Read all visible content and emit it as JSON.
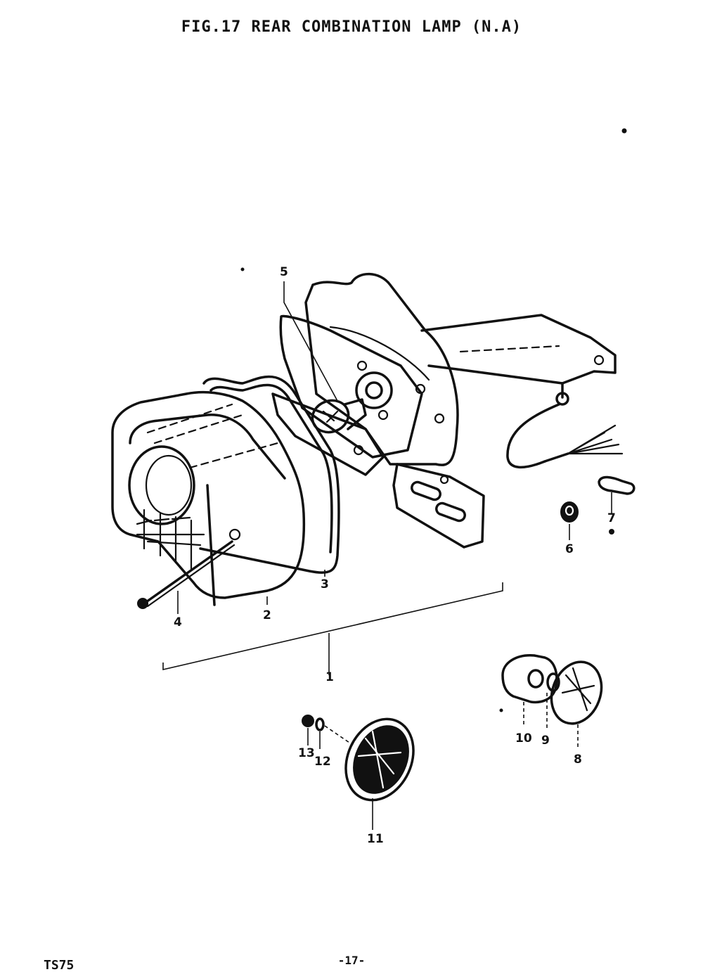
{
  "title": "FIG.17  REAR COMBINATION LAMP (N.A)",
  "footer": {
    "model": "TS75",
    "page": "-17-"
  },
  "callouts": [
    "1",
    "2",
    "3",
    "4",
    "5",
    "6",
    "7",
    "8",
    "9",
    "10",
    "11",
    "12",
    "13"
  ]
}
